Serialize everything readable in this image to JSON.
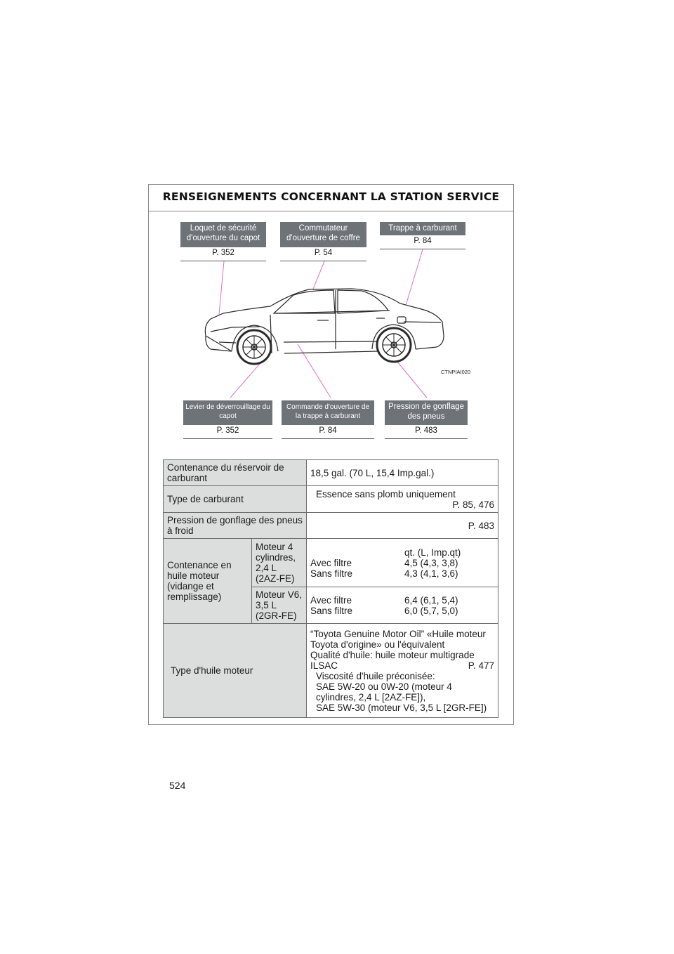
{
  "header": {
    "title": "RENSEIGNEMENTS CONCERNANT LA STATION SERVICE"
  },
  "diagram": {
    "code": "CTNPIAI020",
    "callouts_top": [
      {
        "label": "Loquet de sécurité d'ouverture du capot",
        "ref": "P. 352"
      },
      {
        "label": "Commutateur d'ouverture de coffre",
        "ref": "P. 54"
      },
      {
        "label": "Trappe à carburant",
        "ref": "P. 84"
      }
    ],
    "callouts_bottom": [
      {
        "label": "Levier de déverrouillage du capot",
        "ref": "P. 352"
      },
      {
        "label": "Commande d'ouverture de la trappe à carburant",
        "ref": "P. 84"
      },
      {
        "label": "Pression de gonflage des pneus",
        "ref": "P. 483"
      }
    ]
  },
  "table": {
    "fuel_capacity": {
      "label": "Contenance du réservoir de carburant",
      "value": "18,5 gal. (70 L, 15,4 Imp.gal.)"
    },
    "fuel_type": {
      "label": "Type de carburant",
      "value": "Essence sans plomb uniquement",
      "ref": "P. 85, 476"
    },
    "tire_pressure": {
      "label": "Pression de gonflage des pneus à froid",
      "ref": "P. 483"
    },
    "oil_capacity": {
      "label": "Contenance en huile moteur (vidange et remplissage)",
      "unit_header": "qt. (L, Imp.qt)",
      "engine1": {
        "label": "Moteur 4 cylindres, 2,4 L (2AZ-FE)",
        "with_filter": "Avec filtre",
        "with_value": "4,5 (4,3, 3,8)",
        "without_filter": "Sans filtre",
        "without_value": "4,3 (4,1, 3,6)"
      },
      "engine2": {
        "label": "Moteur V6, 3,5 L (2GR-FE)",
        "with_filter": "Avec filtre",
        "with_value": "6,4 (6,1, 5,4)",
        "without_filter": "Sans filtre",
        "without_value": "6,0 (5,7, 5,0)"
      }
    },
    "oil_type": {
      "label": "Type d'huile moteur",
      "line1": "“Toyota Genuine Motor Oil” «Huile moteur Toyota d'origine» ou l'équivalent",
      "line2": "Qualité d'huile: huile moteur multigrade",
      "line3": "ILSAC",
      "line3_ref": "P. 477",
      "line4": "Viscosité d'huile préconisée:",
      "line5": "SAE 5W-20 ou 0W-20 (moteur 4 cylindres, 2,4 L [2AZ-FE]),",
      "line6": "SAE 5W-30 (moteur V6, 3,5 L [2GR-FE])"
    }
  },
  "page_number": "524",
  "colors": {
    "callout_bg": "#6e7378",
    "label_cell_bg": "#dcdddd",
    "pointer_line": "#e070c8"
  }
}
